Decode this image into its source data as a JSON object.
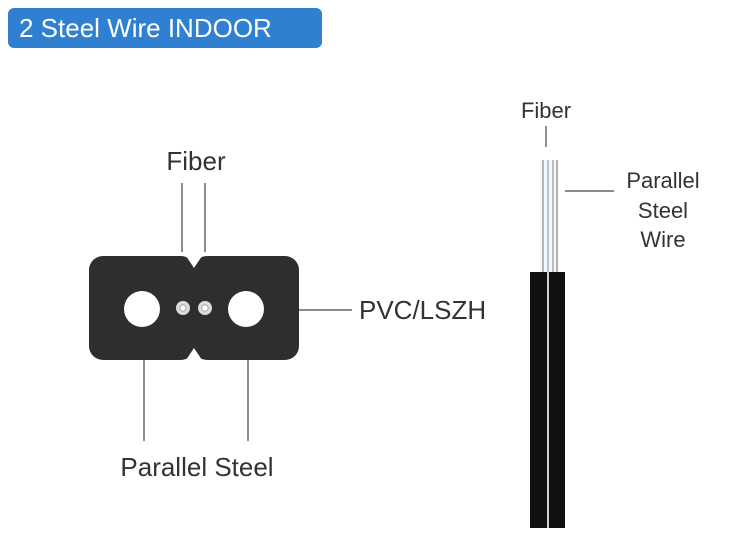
{
  "title": "2 Steel Wire INDOOR",
  "labels": {
    "cross_fiber": "Fiber",
    "cross_jacket": "PVC/LSZH",
    "cross_steel": "Parallel Steel",
    "side_fiber": "Fiber",
    "side_steel_line1": "Parallel",
    "side_steel_line2": "Steel",
    "side_steel_line3": "Wire"
  },
  "colors": {
    "title_bg": "#2f80d1",
    "jacket": "#2e2e2e",
    "text": "#333333"
  }
}
